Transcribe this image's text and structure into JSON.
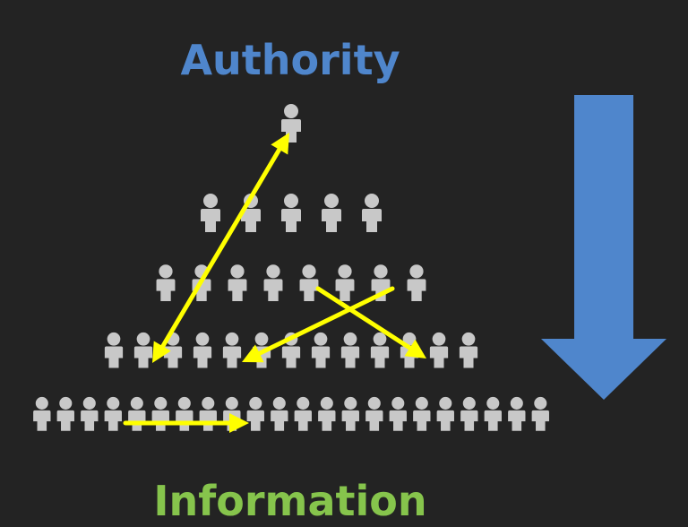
{
  "labels": {
    "top": "Authority",
    "bottom": "Information"
  },
  "colors": {
    "background": "#232323",
    "authority_text": "#4f86cc",
    "information_text": "#86c44c",
    "person": "#c8c8c8",
    "arrow_yellow": "#ffff00",
    "big_arrow": "#4f86cc"
  },
  "icons": {
    "person": "person-icon",
    "arrow": "double-headed-arrow",
    "big_arrow": "down-arrow"
  },
  "hierarchy_levels": [
    {
      "level": 1,
      "people": 1
    },
    {
      "level": 2,
      "people": 5
    },
    {
      "level": 3,
      "people": 8
    },
    {
      "level": 4,
      "people": 13
    },
    {
      "level": 5,
      "people": 22
    }
  ]
}
